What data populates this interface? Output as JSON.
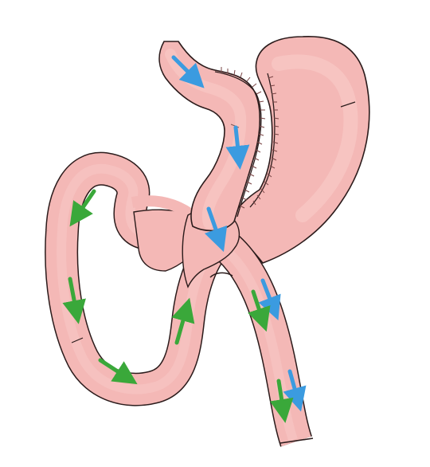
{
  "diagram": {
    "kind": "surgical-anatomy-illustration",
    "labels": [],
    "colors": {
      "tissue": "#f4b8b6",
      "tissue_light": "#f8c9c6",
      "outline": "#2b1b1b",
      "suture": "#7a4444",
      "flow_blue": "#3b9be0",
      "flow_green": "#3aa83a"
    },
    "flow_legend": [],
    "arrows": {
      "blue": [
        "esophagus",
        "gastric-pouch-upper",
        "gastric-pouch-lower",
        "efferent-upper",
        "efferent-lower"
      ],
      "green": [
        "biliopancreatic-limb-1",
        "biliopancreatic-limb-2",
        "biliopancreatic-limb-3",
        "biliopancreatic-limb-4",
        "common-channel-upper",
        "common-channel-lower"
      ]
    }
  }
}
